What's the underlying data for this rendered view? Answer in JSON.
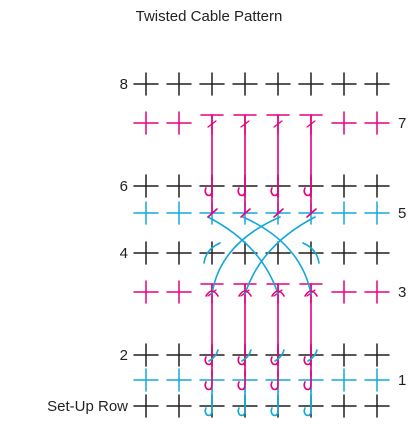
{
  "title": "Twisted Cable Pattern",
  "colors": {
    "black": "#231f20",
    "magenta": "#e5007e",
    "cyan": "#13a8d8"
  },
  "rows": [
    {
      "label": "Set-Up Row",
      "side": "left",
      "color": "black"
    },
    {
      "label": "1",
      "side": "right",
      "color": "cyan"
    },
    {
      "label": "2",
      "side": "left",
      "color": "black"
    },
    {
      "label": "3",
      "side": "right",
      "color": "magenta"
    },
    {
      "label": "4",
      "side": "left",
      "color": "black"
    },
    {
      "label": "5",
      "side": "right",
      "color": "cyan"
    },
    {
      "label": "6",
      "side": "left",
      "color": "black"
    },
    {
      "label": "7",
      "side": "right",
      "color": "magenta"
    },
    {
      "label": "8",
      "side": "left",
      "color": "black"
    }
  ]
}
